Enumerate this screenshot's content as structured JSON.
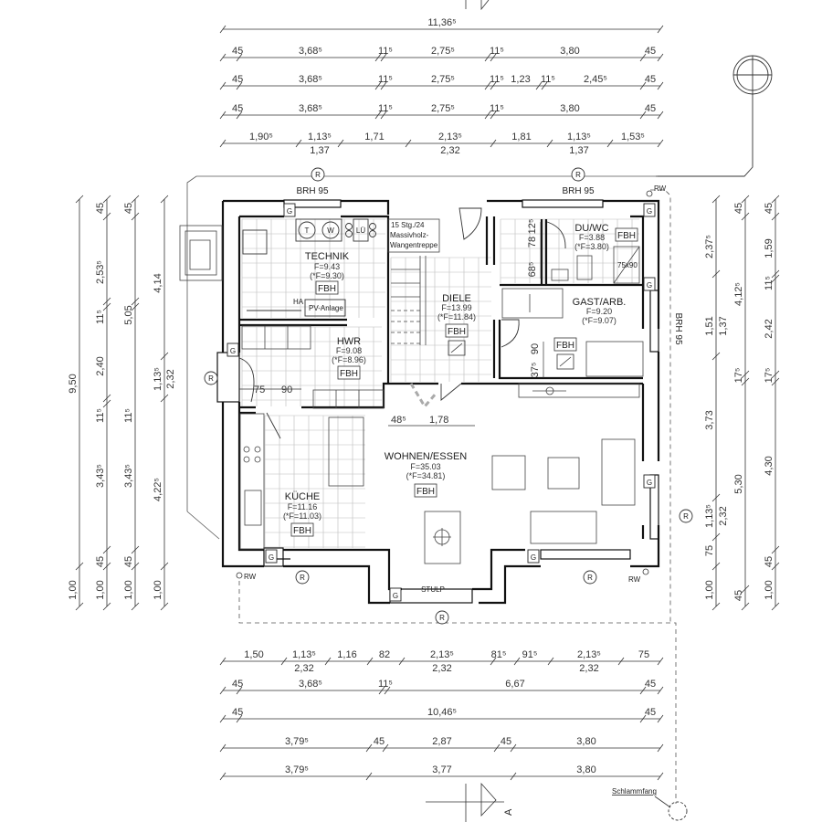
{
  "drawing": {
    "type": "floor-plan",
    "section_marker": "A",
    "north_symbol": "north-arrow-circle"
  },
  "dimensions_top": [
    {
      "row": "overall",
      "segments": [
        "11,36⁵"
      ]
    },
    {
      "row": "r1",
      "segments": [
        "45",
        "3,68⁵",
        "11⁵",
        "2,75⁵",
        "11⁵",
        "3,80",
        "45"
      ]
    },
    {
      "row": "r2",
      "segments": [
        "45",
        "3,68⁵",
        "11⁵",
        "2,75⁵",
        "11⁵",
        "1,23",
        "11⁵",
        "2,45⁵",
        "45"
      ]
    },
    {
      "row": "r3",
      "segments": [
        "45",
        "3,68⁵",
        "11⁵",
        "2,75⁵",
        "11⁵",
        "3,80",
        "45"
      ]
    },
    {
      "row": "openings",
      "segments": [
        "1,90⁵",
        "1,13⁵",
        "1,71",
        "2,13⁵",
        "1,81",
        "1,13⁵",
        "1,53⁵"
      ],
      "sub": [
        "1,37",
        "2,32",
        "1,37"
      ]
    }
  ],
  "dimensions_bottom": [
    {
      "row": "openings",
      "segments": [
        "1,50",
        "1,13⁵",
        "1,16",
        "82",
        "2,13⁵",
        "81⁵",
        "91⁵",
        "2,13⁵",
        "75"
      ],
      "sub": [
        "2,32",
        "2,32",
        "2,32"
      ]
    },
    {
      "row": "r1",
      "segments": [
        "45",
        "3,68⁵",
        "11⁵",
        "6,67",
        "45"
      ]
    },
    {
      "row": "r2",
      "segments": [
        "45",
        "10,46⁵",
        "45"
      ]
    },
    {
      "row": "r3",
      "segments": [
        "3,79⁵",
        "45",
        "2,87",
        "45",
        "3,80"
      ]
    },
    {
      "row": "r4",
      "segments": [
        "3,79⁵",
        "3,77",
        "3,80"
      ]
    }
  ],
  "dimensions_left": [
    {
      "row": "overall",
      "segments": [
        "1,00",
        "9,50"
      ]
    },
    {
      "row": "r1",
      "segments": [
        "1,00",
        "45",
        "3,43⁵",
        "11⁵",
        "2,40",
        "11⁵",
        "2,53⁵",
        "45"
      ]
    },
    {
      "row": "r2",
      "segments": [
        "1,00",
        "45",
        "3,43⁵",
        "11⁵",
        "5,05",
        "45"
      ]
    },
    {
      "row": "r3",
      "segments": [
        "1,00",
        "4,22⁵",
        "1,13⁵",
        "4,14"
      ],
      "sub": [
        "2,32"
      ]
    }
  ],
  "dimensions_right": [
    {
      "row": "r1",
      "segments": [
        "1,00",
        "75",
        "1,13⁵",
        "3,73",
        "1,51",
        "2,37⁵"
      ],
      "sub": [
        "2,32",
        "1,37"
      ]
    },
    {
      "row": "r2",
      "segments": [
        "45",
        "5,30",
        "17⁵",
        "4,12⁵",
        "45"
      ]
    },
    {
      "row": "r3",
      "segments": [
        "1,00",
        "45",
        "4,30",
        "17⁵",
        "2,42",
        "11⁵",
        "1,59",
        "45"
      ]
    }
  ],
  "rooms": [
    {
      "name": "TECHNIK",
      "area": "F=9.43",
      "net_area": "(*F=9.30)",
      "heating": "FBH"
    },
    {
      "name": "HWR",
      "area": "F=9.08",
      "net_area": "(*F=8.96)",
      "heating": "FBH"
    },
    {
      "name": "KÜCHE",
      "area": "F=11.16",
      "net_area": "(*F=11.03)",
      "heating": "FBH"
    },
    {
      "name": "DIELE",
      "area": "F=13.99",
      "net_area": "(*F=11.84)",
      "heating": "FBH"
    },
    {
      "name": "DU/WC",
      "area": "F=3.88",
      "net_area": "(*F=3.80)",
      "heating": "FBH"
    },
    {
      "name": "GAST/ARB.",
      "area": "F=9.20",
      "net_area": "(*F=9.07)",
      "heating": "FBH"
    },
    {
      "name": "WOHNEN/ESSEN",
      "area": "F=35.03",
      "net_area": "(*F=34.81)",
      "heating": "FBH"
    }
  ],
  "annotations": {
    "brh_top_left": "BRH 95",
    "brh_top_right": "BRH 95",
    "brh_right": "BRH 95",
    "stair": [
      "15 Stg./24",
      "Massivholz-",
      "Wangentreppe"
    ],
    "pv": "PV-Anlage",
    "ha": "HA",
    "lu": "LÜ",
    "tank_t": "T",
    "tank_w": "W",
    "shower": "75x90",
    "stulp": "STULP",
    "rw": "RW",
    "g": "G",
    "r": "R",
    "schlammfang": "Schlammfang",
    "dim_hwr_75": "75",
    "dim_hwr_90": "90",
    "dim_diele_48": "48⁵",
    "dim_diele_178": "1,78",
    "dim_gast_90": "90",
    "dim_gast_37": "37⁵",
    "dim_dwc_12": "12⁵",
    "dim_dwc_78": "78",
    "dim_dwc_68": "68⁵"
  }
}
